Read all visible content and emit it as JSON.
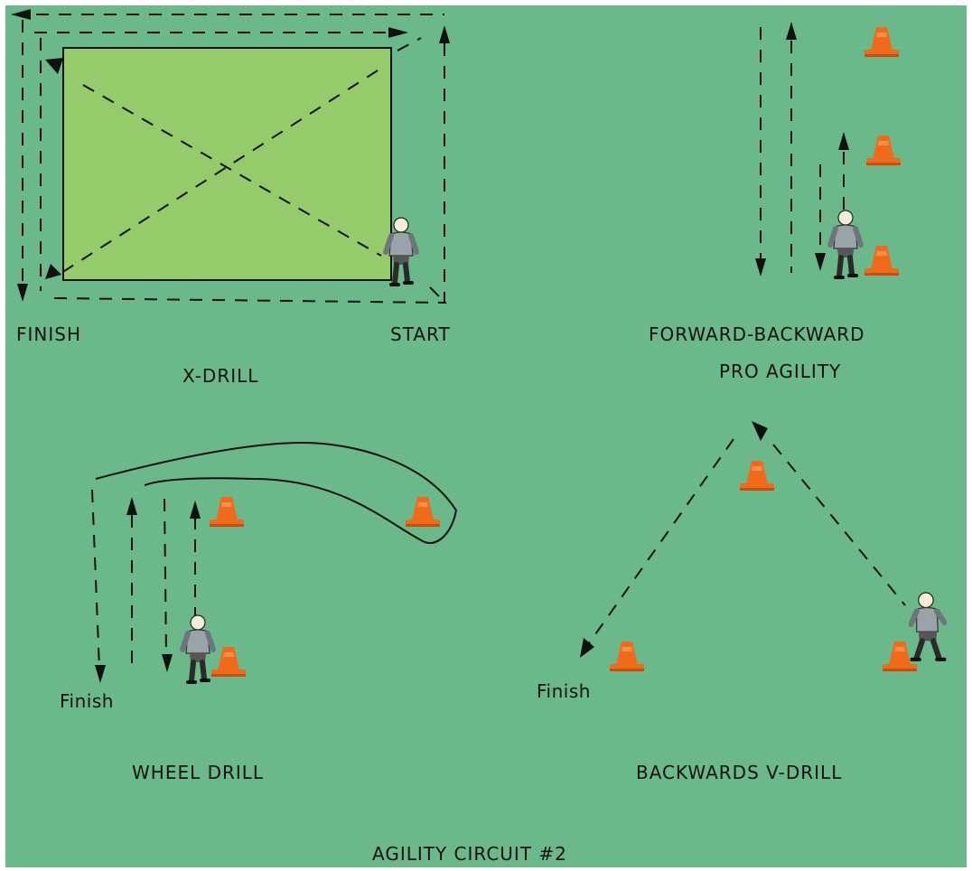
{
  "colors": {
    "background": "#6bb98a",
    "inner_field": "#95cb6b",
    "cone": "#f06a1c",
    "line": "#111111",
    "player_shirt": "#9aa3a8"
  },
  "drills": {
    "x_drill": {
      "name": "X-DRILL",
      "finish_label": "FINISH",
      "start_label": "START"
    },
    "forward_backward": {
      "name": "FORWARD-BACKWARD"
    },
    "pro_agility": {
      "name": "PRO AGILITY"
    },
    "wheel_drill": {
      "name": "WHEEL DRILL",
      "finish_label": "Finish"
    },
    "backwards_v_drill": {
      "name": "BACKWARDS V-DRILL",
      "finish_label": "Finish"
    }
  },
  "footer": {
    "title": "AGILITY CIRCUIT #2"
  },
  "icons": {
    "cone": "traffic-cone-icon",
    "player": "running-player-icon"
  }
}
